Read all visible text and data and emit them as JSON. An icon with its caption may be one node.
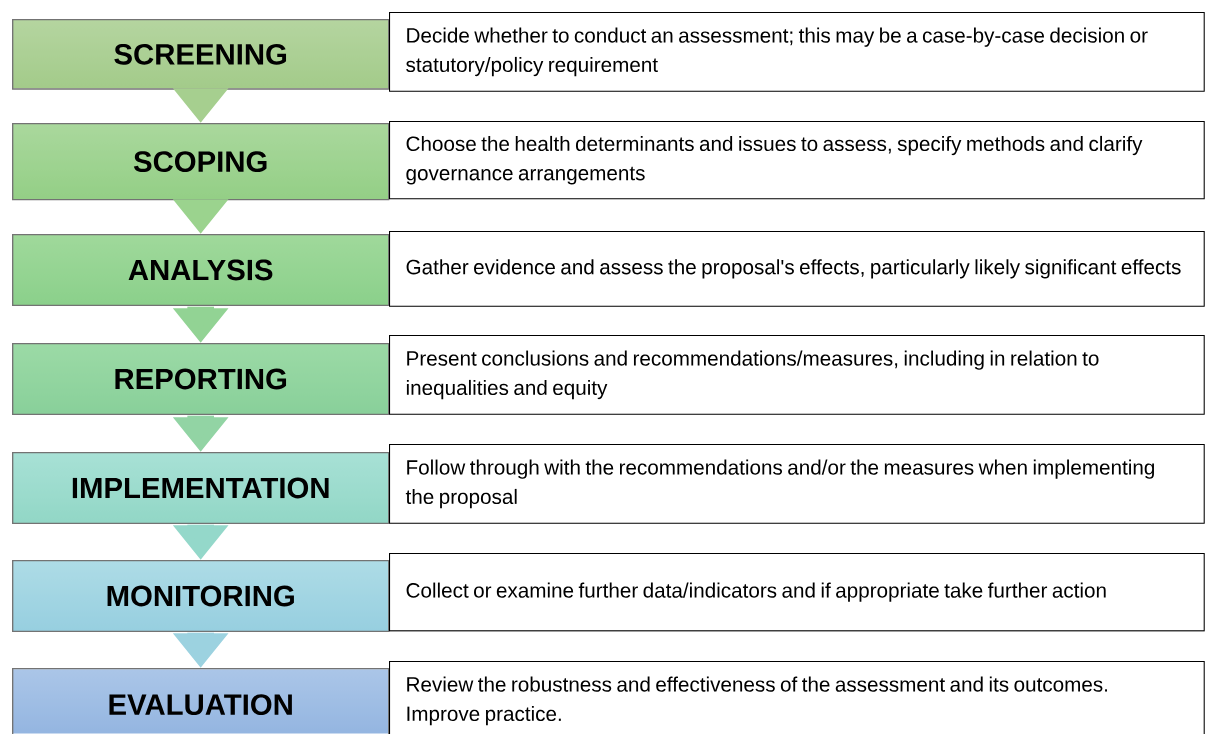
{
  "diagram": {
    "nodes": [
      {
        "text": [
          "SCREENING"
        ]
      },
      {
        "text": [
          "Decide whether to conduct an assessment; this may be a case-by-case decision or statutory/policy requirement"
        ]
      },
      {
        "text": [
          "SCOPING"
        ]
      },
      {
        "text": [
          "Choose the health determinants and issues to assess, specify methods and clarify governance arrangements"
        ]
      },
      {
        "text": [
          "ANALYSIS"
        ]
      },
      {
        "text": [
          "Gather evidence and assess the proposal's effects, particularly likely significant effects"
        ]
      },
      {
        "text": [
          "REPORTING"
        ]
      },
      {
        "text": [
          "Present conclusions and recommendations/measures, including in relation to inequalities and equity"
        ]
      },
      {
        "text": [
          "IMPLEMENTATION"
        ]
      },
      {
        "text": [
          "Follow through with the recommendations and/or the measures when implementing the proposal"
        ]
      },
      {
        "text": [
          "MONITORING"
        ]
      },
      {
        "text": [
          "Collect or examine further data/indicators and if appropriate take further action"
        ]
      },
      {
        "text": [
          "EVALUATION"
        ]
      },
      {
        "text": [
          "Review the robustness and effectiveness of the assessment and its outcomes. Improve practice."
        ]
      }
    ],
    "edges": [
      {
        "from": 0,
        "to": 2,
        "arrow": "to"
      },
      {
        "from": 2,
        "to": 4,
        "arrow": "to"
      },
      {
        "from": 4,
        "to": 6,
        "arrow": "to"
      },
      {
        "from": 6,
        "to": 8,
        "arrow": "to"
      },
      {
        "from": 8,
        "to": 10,
        "arrow": "to"
      },
      {
        "from": 10,
        "to": 12,
        "arrow": "to"
      }
    ]
  }
}
